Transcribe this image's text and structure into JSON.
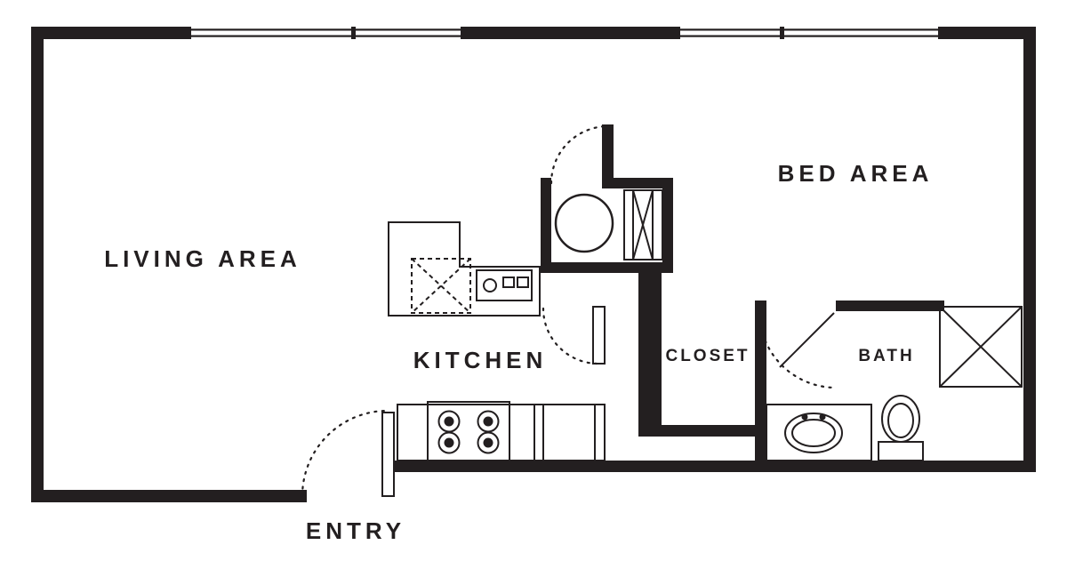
{
  "plan": {
    "labels": {
      "living": "LIVING AREA",
      "bed": "BED AREA",
      "kitchen": "KITCHEN",
      "closet": "CLOSET",
      "bath": "BATH",
      "entry": "ENTRY"
    },
    "colors": {
      "wall": "#231f20",
      "background": "#ffffff"
    }
  }
}
